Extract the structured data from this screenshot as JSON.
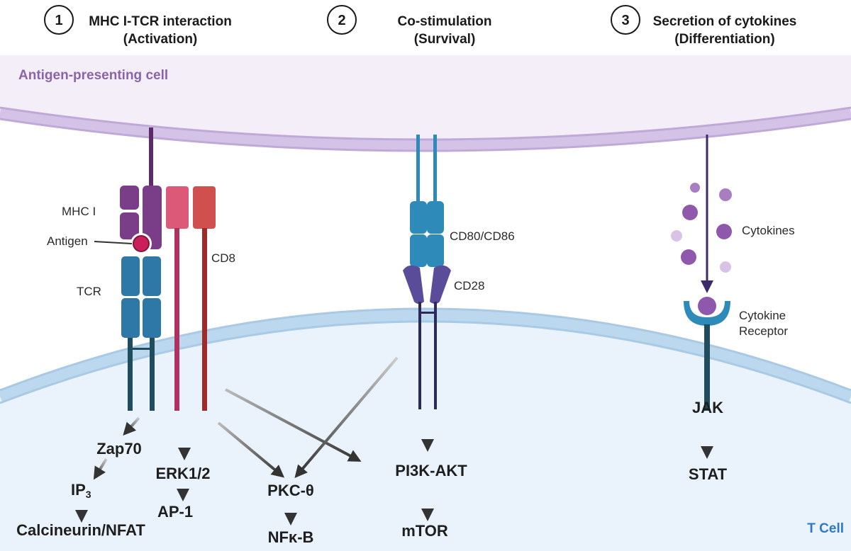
{
  "steps": [
    {
      "number": "1",
      "title": "MHC I-TCR interaction",
      "subtitle": "(Activation)"
    },
    {
      "number": "2",
      "title": "Co-stimulation",
      "subtitle": "(Survival)"
    },
    {
      "number": "3",
      "title": "Secretion of cytokines",
      "subtitle": "(Differentiation)"
    }
  ],
  "cells": {
    "apc": "Antigen-presenting cell",
    "tcell": "T Cell"
  },
  "labels": {
    "mhc": "MHC I",
    "antigen": "Antigen",
    "tcr": "TCR",
    "cd8": "CD8",
    "cd80": "CD80/CD86",
    "cd28": "CD28",
    "cytokines": "Cytokines",
    "receptor_line1": "Cytokine",
    "receptor_line2": "Receptor"
  },
  "molecules": {
    "zap70": "Zap70",
    "ip3": "IP",
    "ip3_sub": "3",
    "calcineurin": "Calcineurin/NFAT",
    "erk": "ERK1/2",
    "ap1": "AP-1",
    "pkc": "PKC-θ",
    "nfkb": "NFκ-B",
    "pi3k": "PI3K-AKT",
    "mtor": "mTOR",
    "jak": "JAK",
    "stat": "STAT"
  },
  "colors": {
    "apc_fill": "#f4eef8",
    "apc_membrane": "#d4c3e6",
    "tcell_fill": "#eaf3fb",
    "tcell_membrane": "#bcd8ee",
    "mhc": "#7a3d88",
    "tcr": "#2d78a6",
    "cd8_light": "#dc5a78",
    "cd8_dark": "#d05050",
    "cd80": "#2e8ab8",
    "cd28": "#5b4c9a",
    "cytokine": "#8f58ac",
    "arrow": "#333333"
  }
}
